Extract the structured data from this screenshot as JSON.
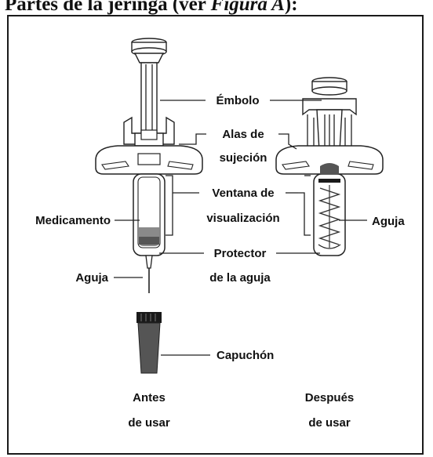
{
  "heading": {
    "prefix": "Partes de la jeringa (ver ",
    "emph": "Figura A",
    "suffix": "):"
  },
  "labels": {
    "embolo": "Émbolo",
    "alas_1": "Alas de",
    "alas_2": "sujeción",
    "ventana_1": "Ventana de",
    "ventana_2": "visualización",
    "medicamento": "Medicamento",
    "aguja_left": "Aguja",
    "aguja_right": "Aguja",
    "protector_1": "Protector",
    "protector_2": "de la aguja",
    "capuchon": "Capuchón",
    "antes_1": "Antes",
    "antes_2": "de usar",
    "despues_1": "Después",
    "despues_2": "de usar"
  }
}
